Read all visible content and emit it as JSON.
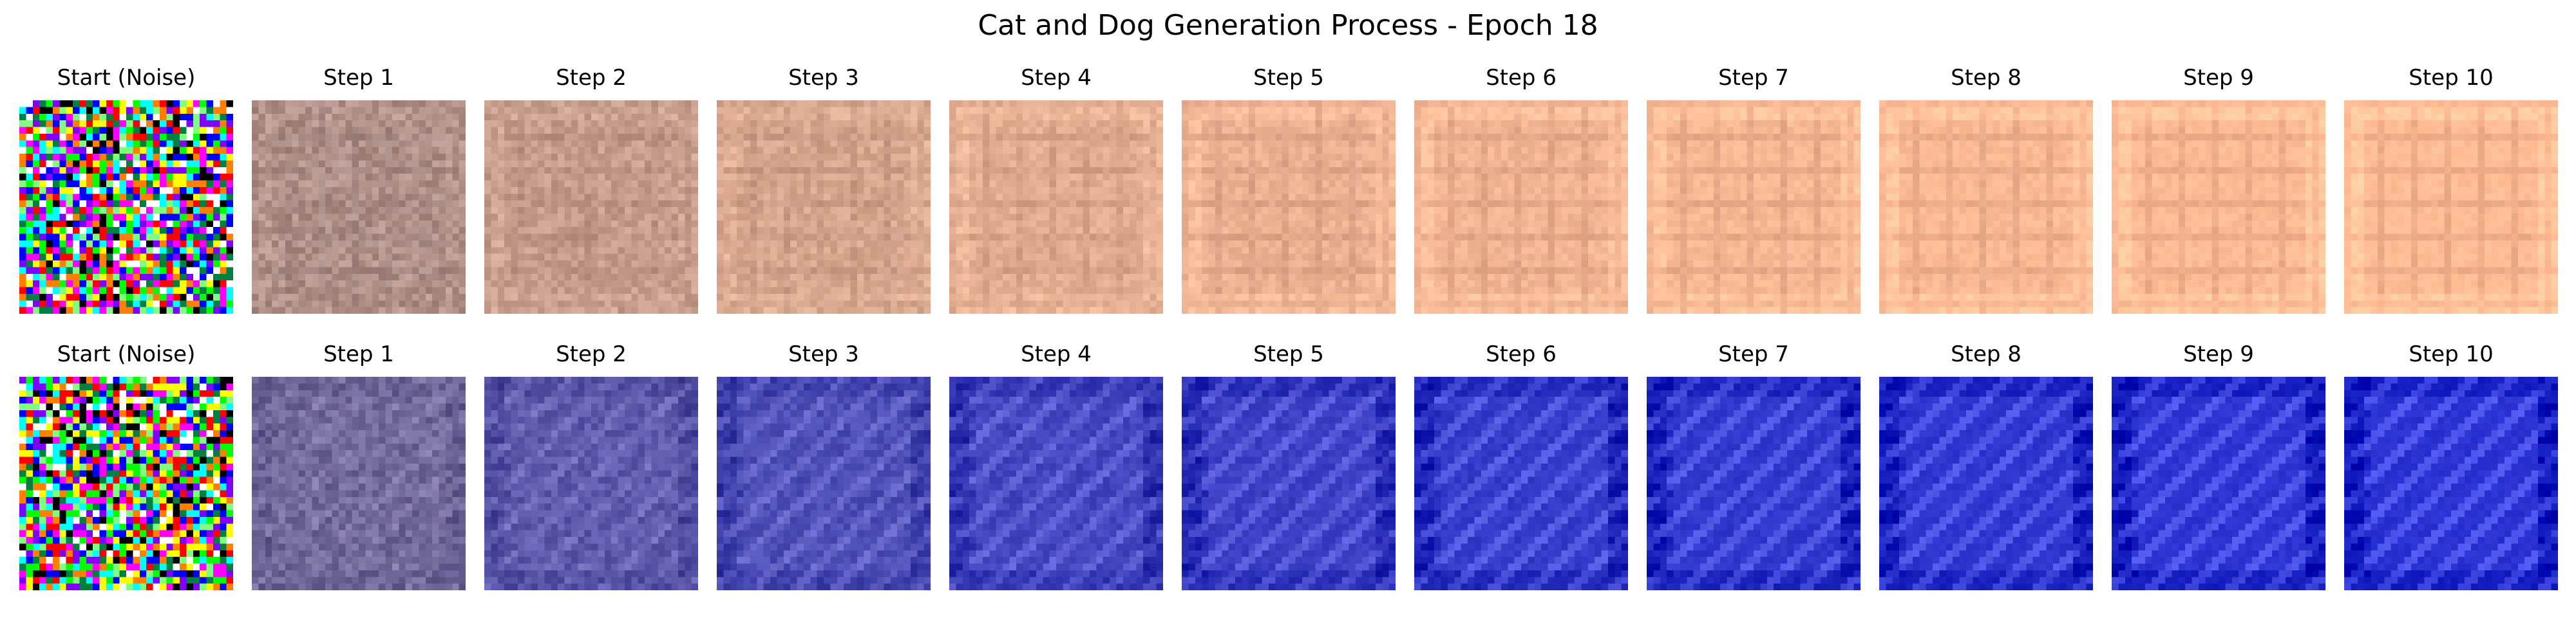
{
  "title": "Cat and Dog Generation Process - Epoch 18",
  "rows": [
    {
      "name": "cat",
      "base_color": "#ffba92",
      "pattern": "grid",
      "panels": [
        {
          "label": "Start (Noise)",
          "step": 0
        },
        {
          "label": "Step 1",
          "step": 1
        },
        {
          "label": "Step 2",
          "step": 2
        },
        {
          "label": "Step 3",
          "step": 3
        },
        {
          "label": "Step 4",
          "step": 4
        },
        {
          "label": "Step 5",
          "step": 5
        },
        {
          "label": "Step 6",
          "step": 6
        },
        {
          "label": "Step 7",
          "step": 7
        },
        {
          "label": "Step 8",
          "step": 8
        },
        {
          "label": "Step 9",
          "step": 9
        },
        {
          "label": "Step 10",
          "step": 10
        }
      ]
    },
    {
      "name": "dog",
      "base_color": "#2e38dc",
      "pattern": "diagonal",
      "panels": [
        {
          "label": "Start (Noise)",
          "step": 0
        },
        {
          "label": "Step 1",
          "step": 1
        },
        {
          "label": "Step 2",
          "step": 2
        },
        {
          "label": "Step 3",
          "step": 3
        },
        {
          "label": "Step 4",
          "step": 4
        },
        {
          "label": "Step 5",
          "step": 5
        },
        {
          "label": "Step 6",
          "step": 6
        },
        {
          "label": "Step 7",
          "step": 7
        },
        {
          "label": "Step 8",
          "step": 8
        },
        {
          "label": "Step 9",
          "step": 9
        },
        {
          "label": "Step 10",
          "step": 10
        }
      ]
    }
  ]
}
